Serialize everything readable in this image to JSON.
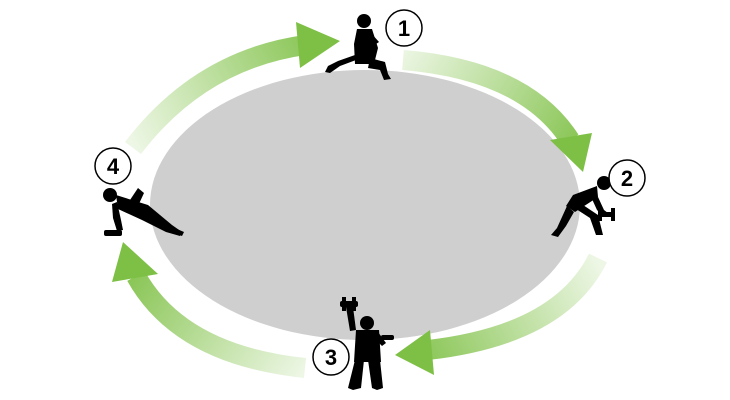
{
  "diagram": {
    "colors": {
      "arena": "#cfcfcf",
      "arrow": "#7ec045",
      "arrow_fade": "#eef7e6",
      "figure": "#000000",
      "badge_fill": "#ffffff",
      "badge_stroke": "#000000"
    },
    "steps": [
      {
        "number": "1",
        "exercise_icon": "lunge-curl-icon"
      },
      {
        "number": "2",
        "exercise_icon": "bent-over-row-icon"
      },
      {
        "number": "3",
        "exercise_icon": "overhead-press-icon"
      },
      {
        "number": "4",
        "exercise_icon": "plank-row-icon"
      }
    ],
    "flow": "clockwise"
  }
}
